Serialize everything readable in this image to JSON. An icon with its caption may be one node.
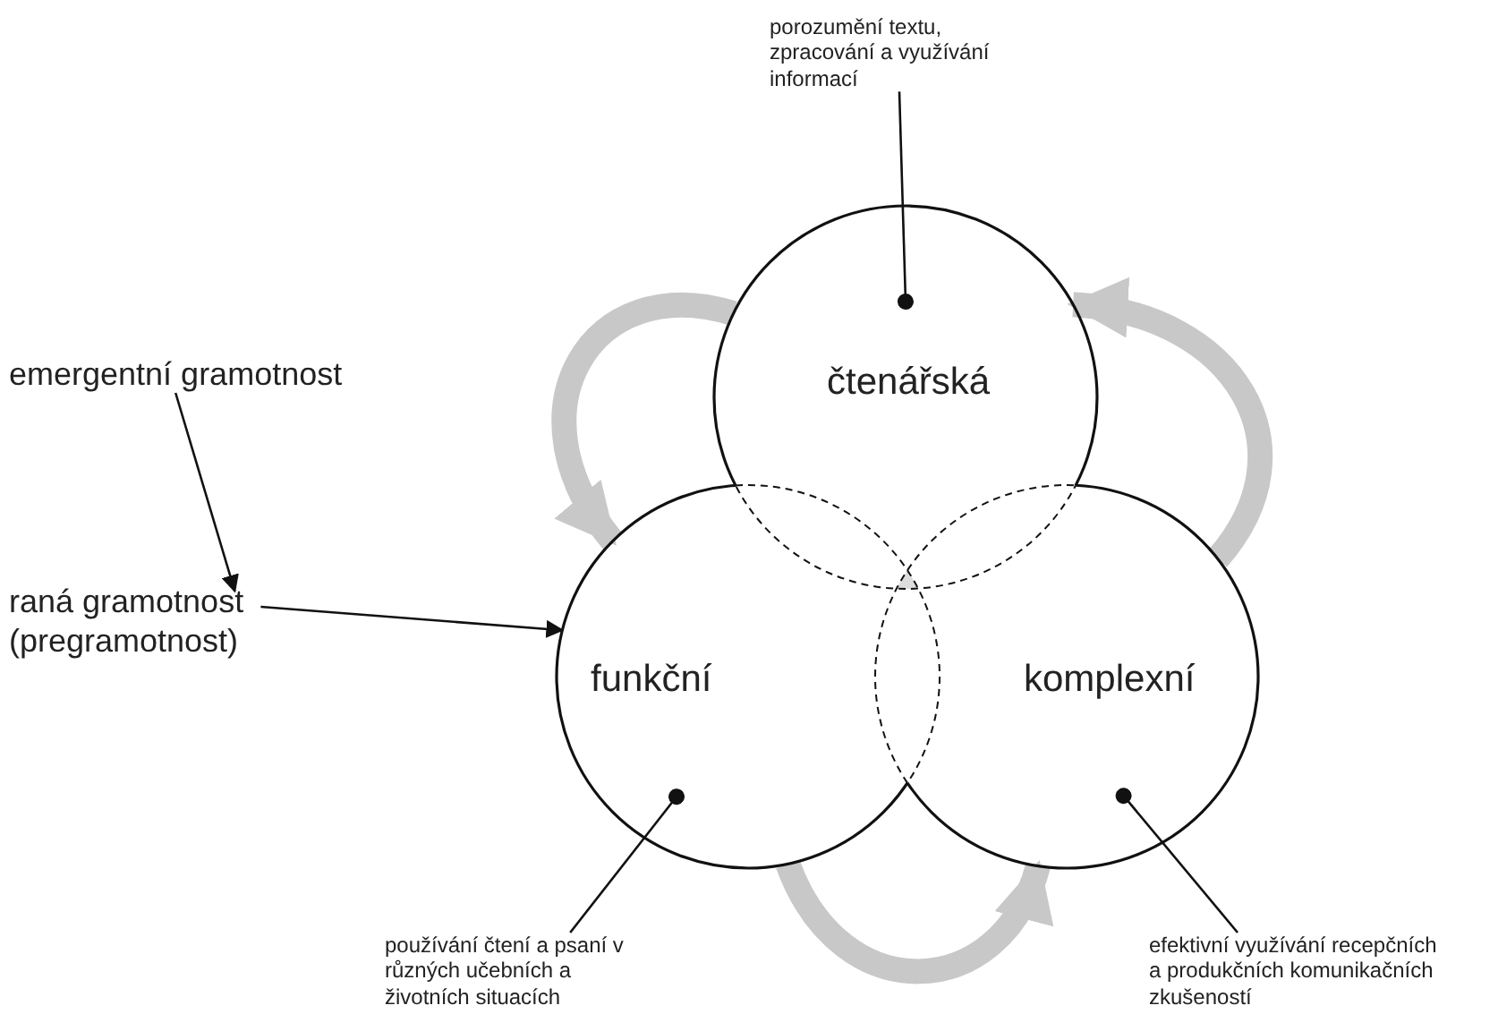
{
  "diagram": {
    "nodes": [
      {
        "text": [
          "emergentní gramotnost"
        ]
      },
      {
        "text": [
          "raná gramotnost (pregramotnost)"
        ]
      },
      {
        "text": [
          "čtenářská"
        ]
      },
      {
        "text": [
          "funkční"
        ]
      },
      {
        "text": [
          "komplexní"
        ]
      },
      {
        "text": [
          "porozumění textu, zpracování a využívání informací"
        ]
      },
      {
        "text": [
          "používání čtení a psaní v různých učebních a životních situacích"
        ]
      },
      {
        "text": [
          "efektivní využívání recepčních a produkčních komunikačních zkušeností"
        ]
      }
    ],
    "edges": [
      {
        "from": 0,
        "to": 1,
        "arrow": "to"
      },
      {
        "from": 1,
        "to": 3,
        "arrow": "to"
      },
      {
        "from": 5,
        "to": 2,
        "arrow": "other"
      },
      {
        "from": 6,
        "to": 3,
        "arrow": "other"
      },
      {
        "from": 7,
        "to": 4,
        "arrow": "other"
      },
      {
        "from": 2,
        "to": 3,
        "arrow": "to",
        "style": "thick",
        "color": "#c8c8c8"
      },
      {
        "from": 3,
        "to": 4,
        "arrow": "to",
        "style": "thick",
        "color": "#c8c8c8"
      },
      {
        "from": 4,
        "to": 2,
        "arrow": "to",
        "style": "thick",
        "color": "#c8c8c8"
      }
    ]
  }
}
